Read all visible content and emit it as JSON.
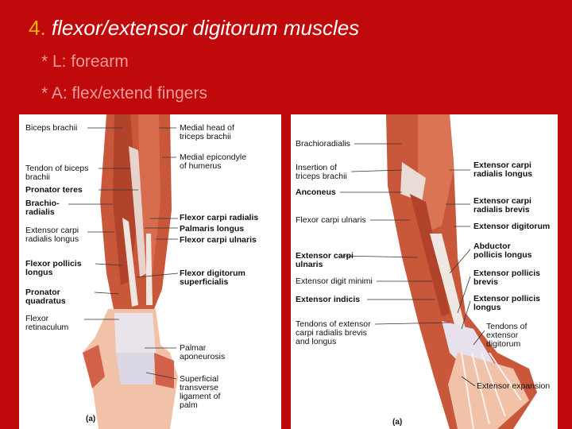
{
  "slide": {
    "title_number": "4.",
    "title_text": "flexor/extensor digitorum muscles",
    "bullet_location": "* L: forearm",
    "bullet_action": "* A: flex/extend fingers"
  },
  "panel_a": {
    "caption": "(a)",
    "labels": {
      "biceps_brachii": "Biceps brachii",
      "tendon_biceps": "Tendon of biceps\nbrachii",
      "pronator_teres": "Pronator teres",
      "brachioradialis": "Brachio-\nradialis",
      "ext_carpi_rad_longus": "Extensor carpi\nradialis longus",
      "flexor_pollicis_longus": "Flexor pollicis\nlongus",
      "pronator_quadratus": "Pronator\nquadratus",
      "flexor_retinaculum": "Flexor\nretinaculum",
      "medial_head_triceps": "Medial head of\ntriceps brachii",
      "medial_epicondyle": "Medial epicondyle\nof humerus",
      "flexor_carpi_radialis": "Flexor carpi radialis",
      "palmaris_longus": "Palmaris longus",
      "flexor_carpi_ulnaris": "Flexor carpi ulnaris",
      "flexor_digitorum_superficialis": "Flexor digitorum\nsuperficialis",
      "palmar_aponeurosis": "Palmar\naponeurosis",
      "superficial_transverse": "Superficial\ntransverse\nligament of\npalm"
    }
  },
  "panel_b": {
    "caption": "(a)",
    "labels": {
      "brachioradialis": "Brachioradialis",
      "insertion_triceps": "Insertion of\ntriceps brachii",
      "anconeus": "Anconeus",
      "flexor_carpi_ulnaris": "Flexor carpi ulnaris",
      "extensor_carpi_ulnaris": "Extensor carpi\nulnaris",
      "extensor_digiti_minimi": "Extensor digit minimi",
      "extensor_indicis": "Extensor indicis",
      "tendons_ext_carpi": "Tendons of extensor\ncarpi radialis brevis\nand longus",
      "ext_carpi_rad_longus": "Extensor carpi\nradialis longus",
      "ext_carpi_rad_brevis": "Extensor carpi\nradialis brevis",
      "extensor_digitorum": "Extensor digitorum",
      "abductor_pollicis_longus": "Abductor\npollicis longus",
      "ext_pollicis_brevis": "Extensor pollicis\nbrevis",
      "ext_pollicis_longus": "Extensor pollicis\nlongus",
      "tendons_ext_digitorum": "Tendons of\nextensor\ndigitorum",
      "extensor_expansion": "Extensor expansion"
    }
  }
}
